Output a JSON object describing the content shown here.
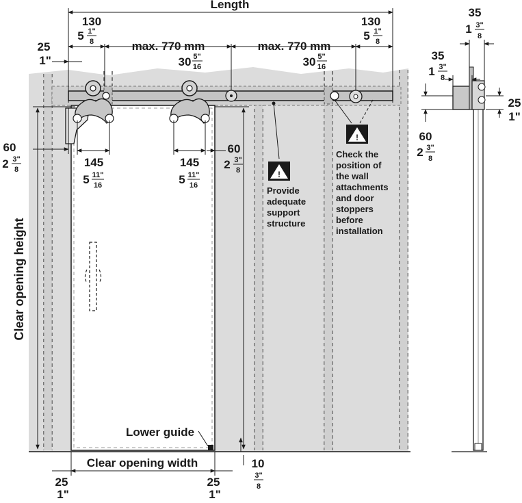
{
  "dimensions": {
    "length": "Length",
    "left_offset_mm": "130",
    "left_offset_in": "5",
    "left_offset_frac_num": "1\"",
    "left_offset_frac_den": "8",
    "right_offset_mm": "130",
    "right_offset_in": "5",
    "right_offset_frac_num": "1\"",
    "right_offset_frac_den": "8",
    "max_span_1": "max. 770 mm",
    "max_span_2": "max. 770 mm",
    "span_in_1": "30",
    "span_in_1_num": "5\"",
    "span_in_1_den": "16",
    "span_in_2": "30",
    "span_in_2_num": "5\"",
    "span_in_2_den": "16",
    "top_left_mm": "25",
    "top_left_in": "1\"",
    "left_edge_mm": "60",
    "left_edge_in": "2",
    "left_edge_num": "3\"",
    "left_edge_den": "8",
    "roller_1_mm": "145",
    "roller_1_in": "5",
    "roller_1_num": "11\"",
    "roller_1_den": "16",
    "roller_2_mm": "145",
    "roller_2_in": "5",
    "roller_2_num": "11\"",
    "roller_2_den": "16",
    "right_edge_mm": "60",
    "right_edge_in": "2",
    "right_edge_num": "3\"",
    "right_edge_den": "8",
    "clear_opening_height": "Clear opening height",
    "clear_opening_width": "Clear opening width",
    "lower_guide": "Lower guide",
    "bottom_left_mm": "25",
    "bottom_left_in": "1\"",
    "bottom_right_mm": "25",
    "bottom_right_in": "1\"",
    "floor_gap_mm": "10",
    "floor_gap_num": "3\"",
    "floor_gap_den": "8"
  },
  "side_view": {
    "top_mm": "35",
    "top_in": "1",
    "top_num": "3\"",
    "top_den": "8",
    "bracket_mm": "35",
    "bracket_in": "1",
    "bracket_num": "3\"",
    "bracket_den": "8",
    "rail_mm": "25",
    "rail_in": "1\"",
    "drop_mm": "60",
    "drop_in": "2",
    "drop_num": "3\"",
    "drop_den": "8"
  },
  "notes": {
    "support_lines": [
      "Provide",
      "adequate",
      "support",
      "structure"
    ],
    "check_lines": [
      "Check the",
      "position of",
      "the wall",
      "attachments",
      "and door",
      "stoppers",
      "before",
      "installation"
    ]
  },
  "icons": {
    "warning": "warning-triangle-icon"
  },
  "colors": {
    "wall": "#dcdcdc",
    "rail": "#c4c4c4",
    "line": "#1a1a1a",
    "door": "#ffffff"
  }
}
